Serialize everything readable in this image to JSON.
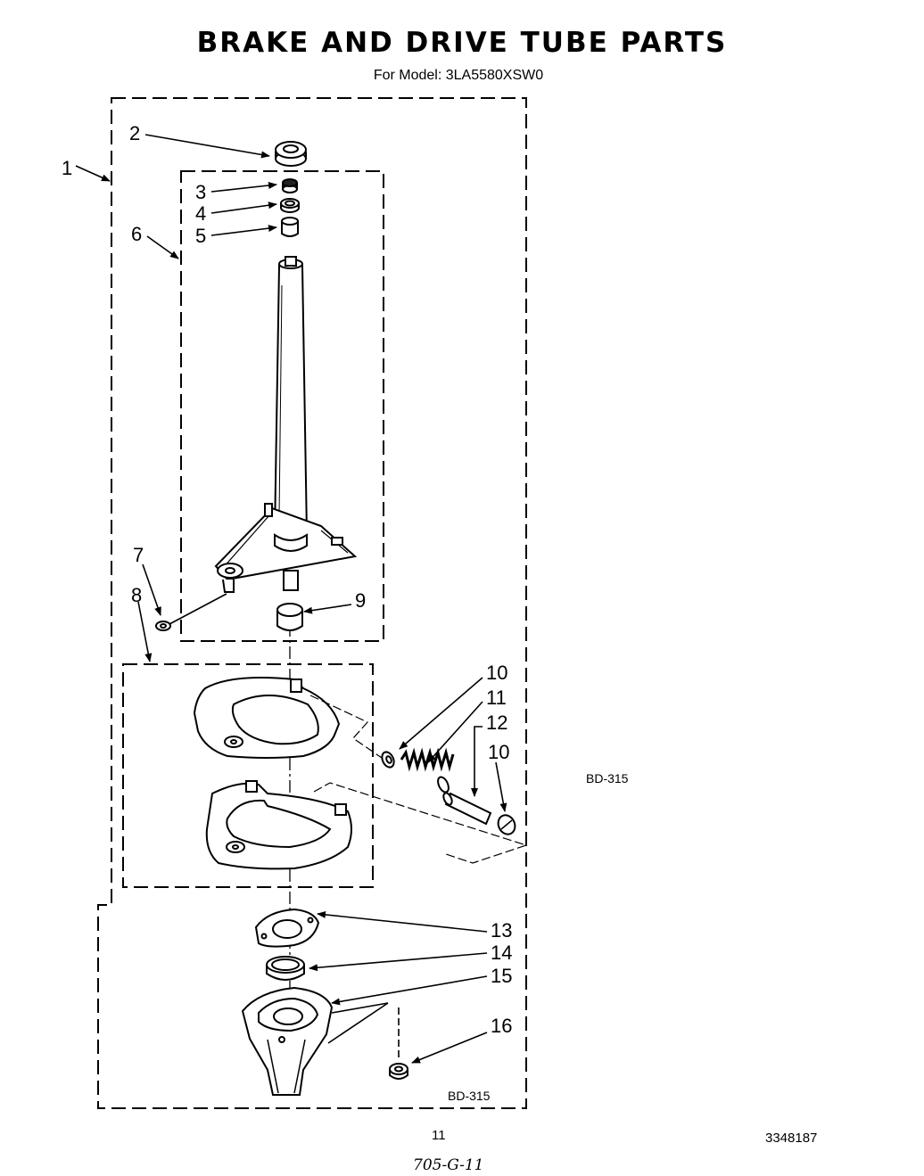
{
  "header": {
    "title": "BRAKE AND DRIVE TUBE PARTS",
    "subtitle": "For Model: 3LA5580XSW0"
  },
  "callouts": {
    "c1": "1",
    "c2": "2",
    "c3": "3",
    "c4": "4",
    "c5": "5",
    "c6": "6",
    "c7": "7",
    "c8": "8",
    "c9": "9",
    "c10a": "10",
    "c11": "11",
    "c12": "12",
    "c10b": "10",
    "c13": "13",
    "c14": "14",
    "c15": "15",
    "c16": "16"
  },
  "labels": {
    "bd_inner": "BD-315",
    "bd_side": "BD-315"
  },
  "footer": {
    "page_number": "11",
    "doc_number": "3348187",
    "handwritten": "705-G-11"
  }
}
